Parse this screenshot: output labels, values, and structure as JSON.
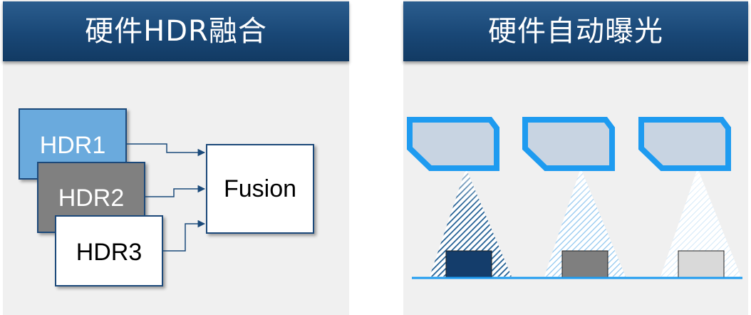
{
  "left_panel": {
    "title": "硬件HDR融合",
    "inputs": [
      "HDR1",
      "HDR2",
      "HDR3"
    ],
    "output": "Fusion"
  },
  "right_panel": {
    "title": "硬件自动曝光",
    "scenes": [
      {
        "exposure": "dark"
      },
      {
        "exposure": "medium"
      },
      {
        "exposure": "light"
      }
    ]
  },
  "colors": {
    "header": "#1b4a7a",
    "hdr1": "#6aaadd",
    "hdr2": "#808080",
    "hdr3": "#ffffff",
    "box_border": "#1b4a7a",
    "camera": "#1e9bf0",
    "camera_fill": "#c8d4e2",
    "ground": "#1e9bf0",
    "object_dark": "#143d6b",
    "object_medium": "#7f7f7f",
    "object_light": "#d9d9d9"
  }
}
